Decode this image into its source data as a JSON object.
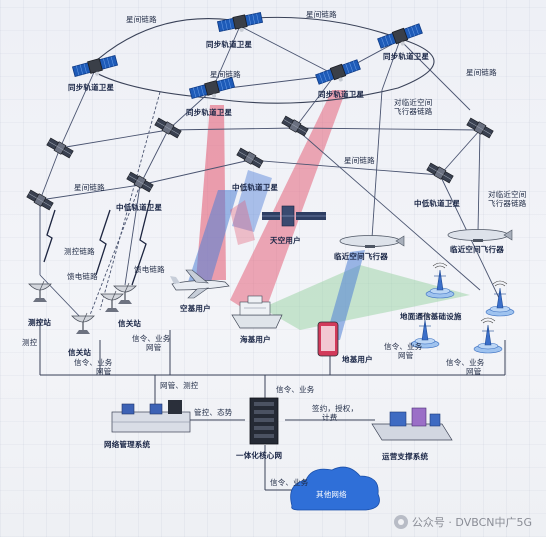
{
  "labels": {
    "isl_top_left": "星间链路",
    "isl_top_right": "星间链路",
    "geo_top": "同步轨道卫星",
    "geo_right": "同步轨道卫星",
    "geo_left": "同步轨道卫星",
    "geo_center": "同步轨道卫星",
    "geo_right2": "同步轨道卫星",
    "isl_mid": "星间链路",
    "isl_far_right": "星间链路",
    "near_space_link_a": "对临近空间",
    "near_space_link_b": "飞行器链路",
    "isl_center": "星间链路",
    "isl_left": "星间链路",
    "leo_left": "中低轨道卫星",
    "leo_center": "中低轨道卫星",
    "leo_right": "中低轨道卫星",
    "near_space_link2_a": "对临近空间",
    "near_space_link2_b": "飞行器链路",
    "space_user": "天空用户",
    "near_space_vehicle1": "临近空间飞行器",
    "near_space_vehicle2": "临近空间飞行器",
    "tt_link": "测控链路",
    "feeder_link1": "馈电链路",
    "feeder_link2": "馈电链路",
    "ground_infra": "地面通信基础设施",
    "tt_station": "测控站",
    "air_user": "空基用户",
    "sea_user": "海基用户",
    "ground_user": "地基用户",
    "tt_1": "测控",
    "gateway1": "信关站",
    "gateway2": "信关站",
    "signaling_mgmt1_a": "信令、业务",
    "signaling_mgmt1_b": "网管",
    "signaling_mgmt2_a": "信令、业务",
    "signaling_mgmt2_b": "网管",
    "signaling_mgmt3_a": "信令、业务",
    "signaling_mgmt3_b": "网管",
    "signaling_mgmt4_a": "信令、业务",
    "signaling_mgmt4_b": "网管",
    "mgmt_tt": "网管、测控",
    "signaling_service_top": "信令、业务",
    "control_situation": "管控、态势",
    "network_mgmt_system": "网络管理系统",
    "sign_auth_a": "签约，授权，",
    "sign_auth_b": "计费",
    "ops_support_system": "运营支撑系统",
    "integrated_core": "一体化核心网",
    "signaling_service_bottom": "信令、业务",
    "other_networks": "其他网络",
    "watermark": "公众号 · DVBCN中广5G"
  },
  "icons": {
    "satellite": "satellite-icon",
    "ground_station": "dish-antenna-icon",
    "airship": "airship-icon",
    "airplane": "airplane-icon",
    "ship": "ship-icon",
    "phone": "phone-icon",
    "tower": "cell-tower-icon",
    "server": "server-rack-icon",
    "cloud": "cloud-icon"
  },
  "colors": {
    "link_line": "#4a5470",
    "red_beam": "#e3566f",
    "blue_beam": "#4f7fd6",
    "green_beam": "#8fcf9a",
    "satellite_panel": "#1e5bb8",
    "satellite_body": "#3a3f48",
    "cloud": "#2f6fd8"
  }
}
